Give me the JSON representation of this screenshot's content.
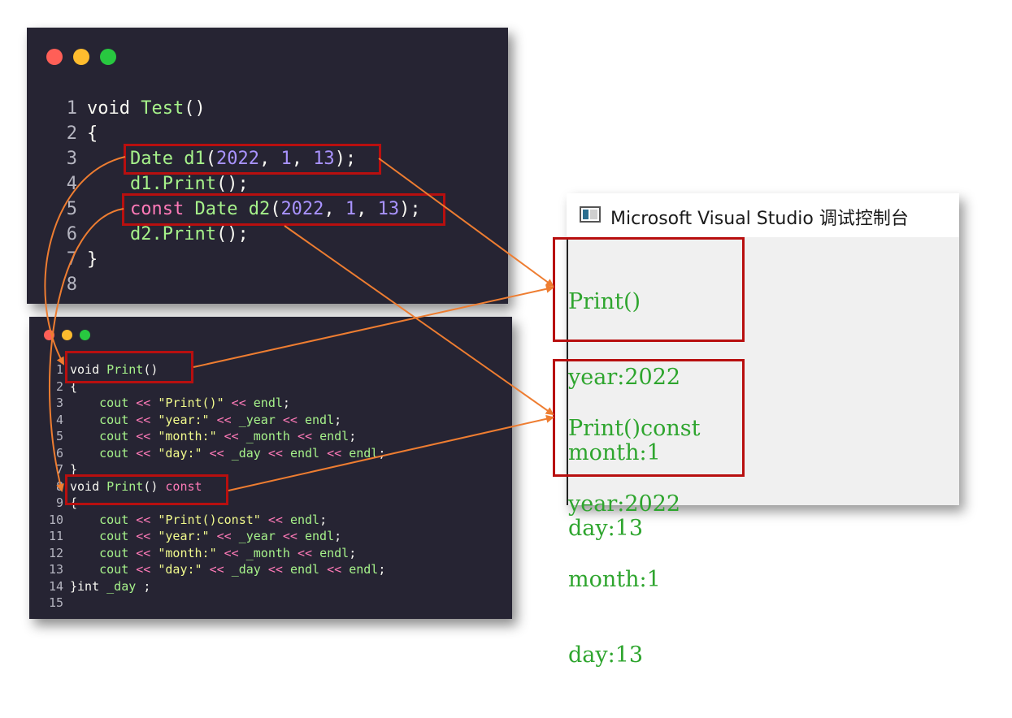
{
  "top_panel": {
    "lines": [
      {
        "n": "1",
        "tokens": [
          [
            "kw",
            "void "
          ],
          [
            "fn",
            "Test"
          ],
          [
            "pl",
            "()"
          ]
        ]
      },
      {
        "n": "2",
        "tokens": [
          [
            "pl",
            "{"
          ]
        ]
      },
      {
        "n": "3",
        "tokens": [
          [
            "pl",
            "    "
          ],
          [
            "ty",
            "Date d1"
          ],
          [
            "pl",
            "("
          ],
          [
            "num",
            "2022"
          ],
          [
            "pl",
            ", "
          ],
          [
            "num",
            "1"
          ],
          [
            "pl",
            ", "
          ],
          [
            "num",
            "13"
          ],
          [
            "pl",
            ");"
          ]
        ]
      },
      {
        "n": "4",
        "tokens": [
          [
            "pl",
            "    "
          ],
          [
            "id",
            "d1.Print"
          ],
          [
            "pl",
            "();"
          ]
        ]
      },
      {
        "n": "5",
        "tokens": [
          [
            "pl",
            "    "
          ],
          [
            "pk",
            "const "
          ],
          [
            "ty",
            "Date d2"
          ],
          [
            "pl",
            "("
          ],
          [
            "num",
            "2022"
          ],
          [
            "pl",
            ", "
          ],
          [
            "num",
            "1"
          ],
          [
            "pl",
            ", "
          ],
          [
            "num",
            "13"
          ],
          [
            "pl",
            ");"
          ]
        ]
      },
      {
        "n": "6",
        "tokens": [
          [
            "pl",
            "    "
          ],
          [
            "id",
            "d2.Print"
          ],
          [
            "pl",
            "();"
          ]
        ]
      },
      {
        "n": "7",
        "tokens": [
          [
            "pl",
            "}"
          ]
        ]
      },
      {
        "n": "8",
        "tokens": []
      }
    ]
  },
  "bottom_panel": {
    "lines": [
      {
        "n": "1",
        "tokens": [
          [
            "kw",
            "void "
          ],
          [
            "fn",
            "Print"
          ],
          [
            "pl",
            "()"
          ]
        ]
      },
      {
        "n": "2",
        "tokens": [
          [
            "pl",
            "{"
          ]
        ]
      },
      {
        "n": "3",
        "tokens": [
          [
            "pl",
            "    "
          ],
          [
            "id",
            "cout "
          ],
          [
            "pk",
            "<< "
          ],
          [
            "str",
            "\"Print()\""
          ],
          [
            "pk",
            " << "
          ],
          [
            "id",
            "endl"
          ],
          [
            "pl",
            ";"
          ]
        ]
      },
      {
        "n": "4",
        "tokens": [
          [
            "pl",
            "    "
          ],
          [
            "id",
            "cout "
          ],
          [
            "pk",
            "<< "
          ],
          [
            "str",
            "\"year:\""
          ],
          [
            "pk",
            " << "
          ],
          [
            "id",
            "_year "
          ],
          [
            "pk",
            "<< "
          ],
          [
            "id",
            "endl"
          ],
          [
            "pl",
            ";"
          ]
        ]
      },
      {
        "n": "5",
        "tokens": [
          [
            "pl",
            "    "
          ],
          [
            "id",
            "cout "
          ],
          [
            "pk",
            "<< "
          ],
          [
            "str",
            "\"month:\""
          ],
          [
            "pk",
            " << "
          ],
          [
            "id",
            "_month "
          ],
          [
            "pk",
            "<< "
          ],
          [
            "id",
            "endl"
          ],
          [
            "pl",
            ";"
          ]
        ]
      },
      {
        "n": "6",
        "tokens": [
          [
            "pl",
            "    "
          ],
          [
            "id",
            "cout "
          ],
          [
            "pk",
            "<< "
          ],
          [
            "str",
            "\"day:\""
          ],
          [
            "pk",
            " << "
          ],
          [
            "id",
            "_day "
          ],
          [
            "pk",
            "<< "
          ],
          [
            "id",
            "endl "
          ],
          [
            "pk",
            "<< "
          ],
          [
            "id",
            "endl"
          ],
          [
            "pl",
            ";"
          ]
        ]
      },
      {
        "n": "7",
        "tokens": [
          [
            "pl",
            "}"
          ]
        ]
      },
      {
        "n": "8",
        "tokens": [
          [
            "kw",
            "void "
          ],
          [
            "fn",
            "Print"
          ],
          [
            "pl",
            "() "
          ],
          [
            "pk",
            "const"
          ]
        ]
      },
      {
        "n": "9",
        "tokens": [
          [
            "pl",
            "{"
          ]
        ]
      },
      {
        "n": "10",
        "tokens": [
          [
            "pl",
            "    "
          ],
          [
            "id",
            "cout "
          ],
          [
            "pk",
            "<< "
          ],
          [
            "str",
            "\"Print()const\""
          ],
          [
            "pk",
            " << "
          ],
          [
            "id",
            "endl"
          ],
          [
            "pl",
            ";"
          ]
        ]
      },
      {
        "n": "11",
        "tokens": [
          [
            "pl",
            "    "
          ],
          [
            "id",
            "cout "
          ],
          [
            "pk",
            "<< "
          ],
          [
            "str",
            "\"year:\""
          ],
          [
            "pk",
            " << "
          ],
          [
            "id",
            "_year "
          ],
          [
            "pk",
            "<< "
          ],
          [
            "id",
            "endl"
          ],
          [
            "pl",
            ";"
          ]
        ]
      },
      {
        "n": "12",
        "tokens": [
          [
            "pl",
            "    "
          ],
          [
            "id",
            "cout "
          ],
          [
            "pk",
            "<< "
          ],
          [
            "str",
            "\"month:\""
          ],
          [
            "pk",
            " << "
          ],
          [
            "id",
            "_month "
          ],
          [
            "pk",
            "<< "
          ],
          [
            "id",
            "endl"
          ],
          [
            "pl",
            ";"
          ]
        ]
      },
      {
        "n": "13",
        "tokens": [
          [
            "pl",
            "    "
          ],
          [
            "id",
            "cout "
          ],
          [
            "pk",
            "<< "
          ],
          [
            "str",
            "\"day:\""
          ],
          [
            "pk",
            " << "
          ],
          [
            "id",
            "_day "
          ],
          [
            "pk",
            "<< "
          ],
          [
            "id",
            "endl "
          ],
          [
            "pk",
            "<< "
          ],
          [
            "id",
            "endl"
          ],
          [
            "pl",
            ";"
          ]
        ]
      },
      {
        "n": "14",
        "tokens": [
          [
            "pl",
            "}"
          ],
          [
            "kw",
            "int "
          ],
          [
            "id",
            "_day "
          ],
          [
            "pl",
            ";"
          ]
        ]
      },
      {
        "n": "15",
        "tokens": []
      }
    ]
  },
  "console": {
    "title": "Microsoft Visual Studio 调试控制台",
    "output_block_1": [
      "Print()",
      "year:2022",
      "month:1",
      "day:13"
    ],
    "output_block_2": [
      "Print()const",
      "year:2022",
      "month:1",
      "day:13"
    ]
  },
  "colors": {
    "highlight_box": "#b80f0f",
    "arrow": "#ee7d31",
    "console_text": "#2ea52e",
    "panel_bg": "#262433"
  }
}
